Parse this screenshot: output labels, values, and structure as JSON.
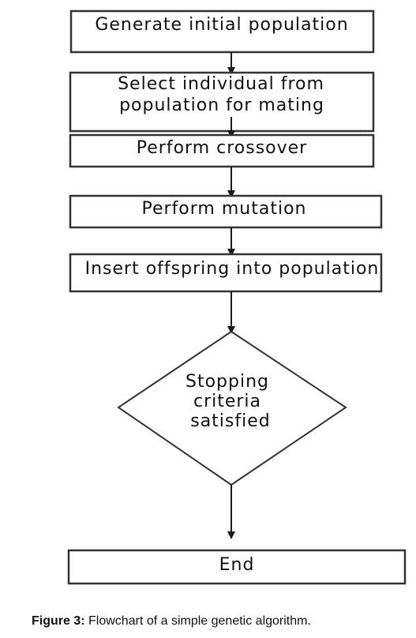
{
  "diagram": {
    "steps": [
      {
        "label": "Generate initial population"
      },
      {
        "label": "Select individual from population for mating"
      },
      {
        "label": "Perform crossover"
      },
      {
        "label": "Perform mutation"
      },
      {
        "label": "Insert offspring into population"
      }
    ],
    "decision": {
      "label": "Stopping criteria satisfied"
    },
    "end": {
      "label": "End"
    }
  },
  "caption": {
    "figure_label": "Figure 3:",
    "text": "Flowchart of a simple genetic algorithm."
  }
}
